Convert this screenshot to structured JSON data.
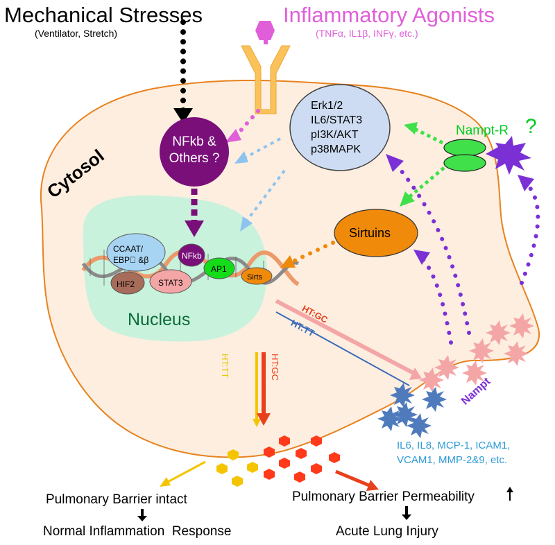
{
  "title_left": "Mechanical Stresses",
  "title_left_sub": "(Ventilator, Stretch)",
  "title_right": "Inflammatory Agonists",
  "title_right_sub": "(TNFα, IL1β, INFγ, etc.)",
  "region_cytosol": "Cytosol",
  "region_nucleus": "Nucleus",
  "node_nfkb_others": "NFkb & Others ?",
  "node_kinases": "Erk1/2\nIL6/STAT3\npI3K/AKT\np38MAPK",
  "node_nampt_r": "Nampt-R",
  "node_nampt_r_q": "?",
  "node_sirtuins": "Sirtuins",
  "tf_ccaat": "CCAAT/\nEBP\u0000 &β",
  "tf_nfkb": "NFkb",
  "tf_ap1": "AP1",
  "tf_sirts": "Sirts",
  "tf_hif2": "HIF2",
  "tf_stat3": "STAT3",
  "label_ht_gc": "HT:GC",
  "label_ht_tt": "HT:TT",
  "label_nampt": "Nampt",
  "cytokines": "IL6, IL8, MCP-1, ICAM1,\nVCAM1, MMP-2&9, etc.",
  "outcome_left_1": "Pulmonary Barrier intact",
  "outcome_left_2": "Normal Inflammation  Response",
  "outcome_right_1": "Pulmonary Barrier Permeability",
  "outcome_right_2": "Acute Lung Injury",
  "colors": {
    "cell_fill": "#fdeee0",
    "cell_outline": "#e8821e",
    "nucleus_fill": "#c8f2dc",
    "nfkb": "#7a0f7a",
    "kinase_fill": "#cddcf2",
    "nampt_r": "#3fe04a",
    "sirtuins": "#f08a0a",
    "nampt_purple": "#7b30d6",
    "ht_gc": "#e8401c",
    "ht_tt": "#3a6bb5",
    "agonist": "#e05fd9",
    "receptor": "#fbc25a",
    "cytokine_text": "#2e9bd6"
  }
}
